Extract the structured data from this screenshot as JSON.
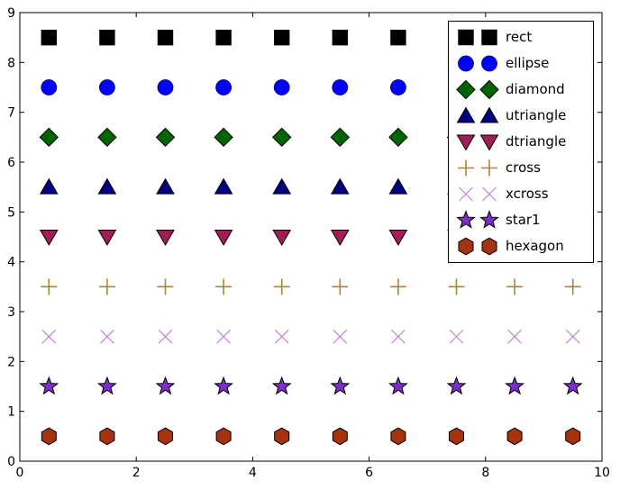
{
  "figure": {
    "background": "#ffffff",
    "axis_color": "#000000",
    "tick_label_color": "#000000"
  },
  "chart_data": {
    "type": "scatter",
    "title": "",
    "xlabel": "",
    "ylabel": "",
    "grid": false,
    "xlim": [
      0,
      10
    ],
    "ylim": [
      0,
      9
    ],
    "xticks": [
      0,
      2,
      4,
      6,
      8,
      10
    ],
    "xtick_labels": [
      "0",
      "2",
      "4",
      "6",
      "8",
      "10"
    ],
    "yticks": [
      0,
      1,
      2,
      3,
      4,
      5,
      6,
      7,
      8,
      9
    ],
    "ytick_labels": [
      "0",
      "1",
      "2",
      "3",
      "4",
      "5",
      "6",
      "7",
      "8",
      "9"
    ],
    "x": [
      0.5,
      1.5,
      2.5,
      3.5,
      4.5,
      5.5,
      6.5,
      7.5,
      8.5,
      9.5
    ],
    "series": [
      {
        "name": "rect",
        "marker": "square",
        "color": "#000000",
        "edge": "#000000",
        "y": 8.5
      },
      {
        "name": "ellipse",
        "marker": "circle",
        "color": "#0000ff",
        "edge": "#00008b",
        "y": 7.5
      },
      {
        "name": "diamond",
        "marker": "diamond",
        "color": "#006400",
        "edge": "#000000",
        "y": 6.5
      },
      {
        "name": "utriangle",
        "marker": "triangle-up",
        "color": "#000080",
        "edge": "#000000",
        "y": 5.5
      },
      {
        "name": "dtriangle",
        "marker": "triangle-down",
        "color": "#a01e56",
        "edge": "#000000",
        "y": 4.5
      },
      {
        "name": "cross",
        "marker": "plus",
        "color": "#ab8439",
        "edge": "#ab8439",
        "y": 3.5
      },
      {
        "name": "xcross",
        "marker": "x",
        "color": "#c183d6",
        "edge": "#c183d6",
        "y": 2.5
      },
      {
        "name": "star1",
        "marker": "star",
        "color": "#7b2fc6",
        "edge": "#000000",
        "y": 1.5
      },
      {
        "name": "hexagon",
        "marker": "hexagon",
        "color": "#a63310",
        "edge": "#000000",
        "y": 0.5
      }
    ],
    "legend": {
      "position": "upper-right",
      "markers_per_entry": 2,
      "labels": [
        "rect",
        "ellipse",
        "diamond",
        "utriangle",
        "dtriangle",
        "cross",
        "xcross",
        "star1",
        "hexagon"
      ]
    }
  }
}
